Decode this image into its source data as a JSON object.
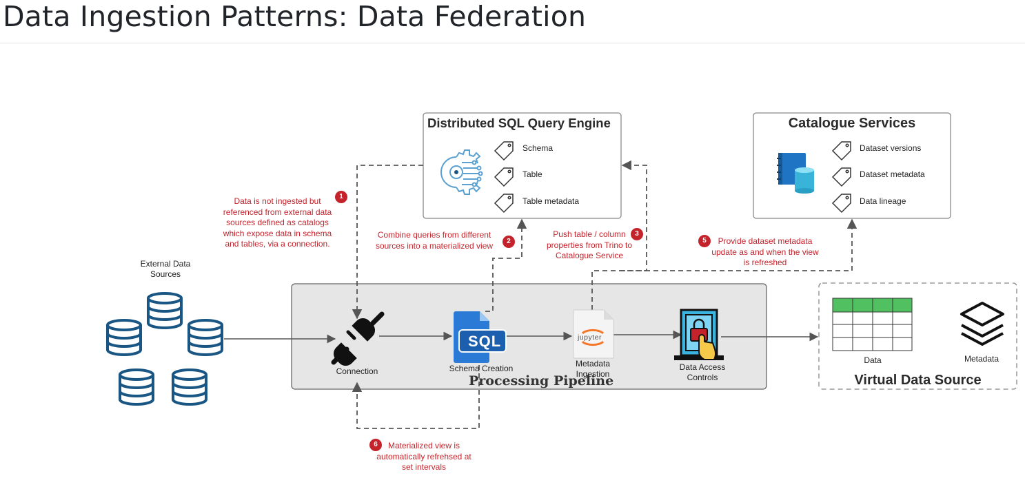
{
  "page": {
    "title": "Data Ingestion Patterns: Data Federation"
  },
  "colors": {
    "accent_blue": "#1a5684",
    "annotation_red": "#c5232b",
    "pipeline_fill": "#e6e6e6",
    "sql_blue": "#2b7bd6",
    "grid_green": "#50c060"
  },
  "diagram": {
    "sql_engine": {
      "title": "Distributed SQL Query Engine",
      "icon": "gear-circuit-icon",
      "items": [
        "Schema",
        "Table",
        "Table metadata"
      ]
    },
    "catalogue": {
      "title": "Catalogue Services",
      "icon": "book-database-icon",
      "items": [
        "Dataset versions",
        "Dataset metadata",
        "Data lineage"
      ]
    },
    "external_sources": {
      "label_line1": "External Data",
      "label_line2": "Sources",
      "icon": "database-icon"
    },
    "pipeline": {
      "title": "Processing Pipeline",
      "connection": {
        "label": "Connection",
        "icon": "plug-icon"
      },
      "schema_creation": {
        "label": "Schema Creation",
        "icon_text": "SQL"
      },
      "metadata_ingestion": {
        "label_line1": "Metadata",
        "label_line2": "Ingestion",
        "icon_text": "jupyter"
      },
      "access_controls": {
        "label_line1": "Data Access",
        "label_line2": "Controls",
        "icon": "secure-door-icon"
      }
    },
    "virtual_source": {
      "title": "Virtual Data Source",
      "data_label": "Data",
      "metadata_label": "Metadata",
      "icon_data": "table-grid-icon",
      "icon_metadata": "layers-icon"
    },
    "annotations": [
      {
        "num": "1",
        "lines": [
          "Data is not ingested but",
          "referenced from external data",
          "sources defined as catalogs",
          "which expose data in schema",
          "and tables, via a connection."
        ]
      },
      {
        "num": "2",
        "lines": [
          "Combine queries from different",
          "sources into a materialized view"
        ]
      },
      {
        "num": "3",
        "lines": [
          "Push table / column",
          "properties from Trino to",
          "Catalogue Service"
        ]
      },
      {
        "num": "5",
        "lines": [
          "Provide dataset metadata",
          "update as and when the view",
          "is refreshed"
        ]
      },
      {
        "num": "6",
        "lines": [
          "Materialized view is",
          "automatically refrehsed at",
          "set intervals"
        ]
      }
    ]
  }
}
